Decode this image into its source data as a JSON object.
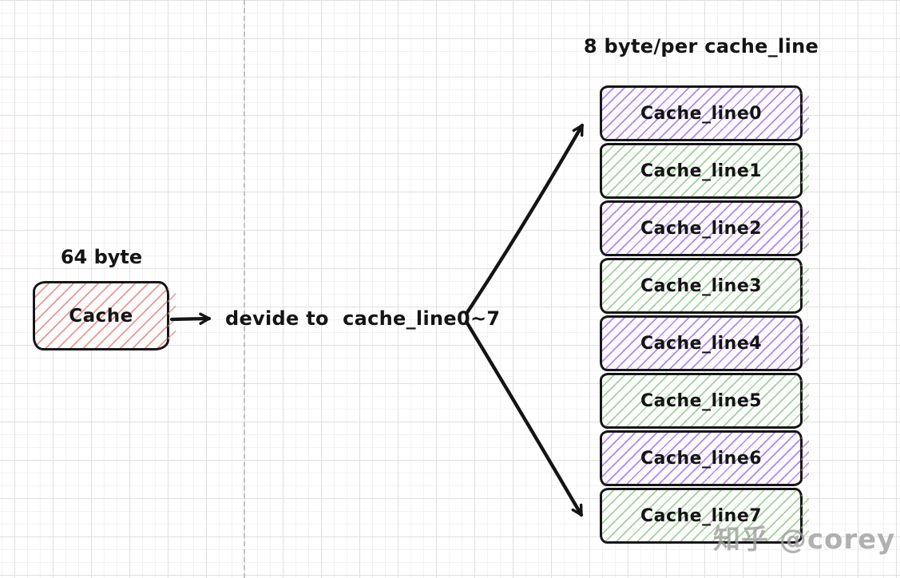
{
  "diagram": {
    "source_size_label": "64 byte",
    "source_box_label": "Cache",
    "divide_label": "devide to  cache_line0~7",
    "stack_title": "8 byte/per cache_line",
    "cache_lines": [
      {
        "label": "Cache_line0",
        "color": "purple"
      },
      {
        "label": "Cache_line1",
        "color": "green"
      },
      {
        "label": "Cache_line2",
        "color": "purple"
      },
      {
        "label": "Cache_line3",
        "color": "green"
      },
      {
        "label": "Cache_line4",
        "color": "purple"
      },
      {
        "label": "Cache_line5",
        "color": "green"
      },
      {
        "label": "Cache_line6",
        "color": "purple"
      },
      {
        "label": "Cache_line7",
        "color": "green"
      }
    ],
    "colors": {
      "red_hatch": "#de8a84",
      "purple_hatch": "#9e68e0",
      "green_hatch": "#8bc686",
      "stroke": "#161616",
      "watermark_gray": "#9e9e9e"
    },
    "watermark": "知乎 @corey"
  }
}
